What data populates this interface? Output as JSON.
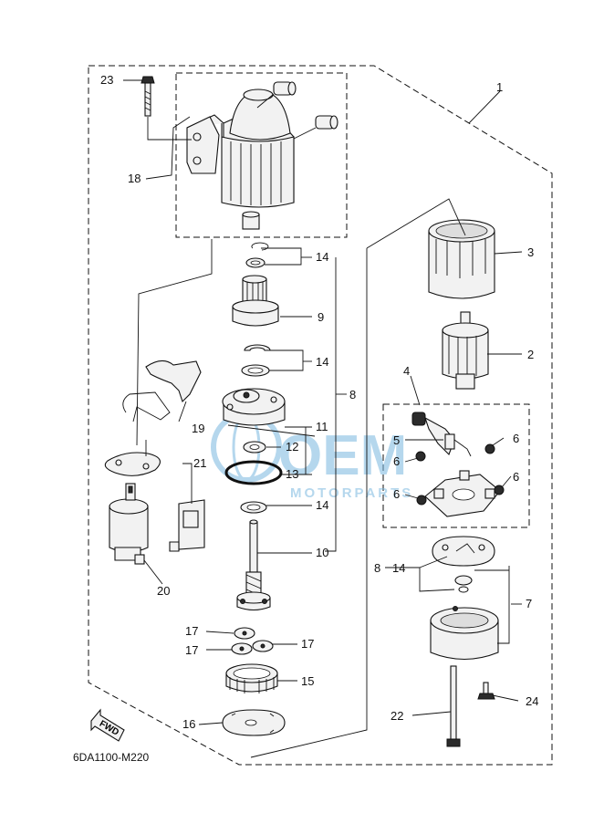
{
  "diagram_code": "6DA1100-M220",
  "fwd_label": "FWD",
  "watermark": {
    "brand": "OEM",
    "sub": "MOTORPARTS",
    "color": "#7ab8e0"
  },
  "callouts": {
    "c1": "1",
    "c2": "2",
    "c3": "3",
    "c4": "4",
    "c5": "5",
    "c6a": "6",
    "c6b": "6",
    "c6c": "6",
    "c6d": "6",
    "c7": "7",
    "c8": "8",
    "c8b": "8",
    "c9": "9",
    "c10": "10",
    "c11": "11",
    "c12": "12",
    "c13": "13",
    "c14a": "14",
    "c14b": "14",
    "c14c": "14",
    "c14d": "14",
    "c15": "15",
    "c16": "16",
    "c17a": "17",
    "c17b": "17",
    "c17c": "17",
    "c18": "18",
    "c19": "19",
    "c20": "20",
    "c21": "21",
    "c22": "22",
    "c23": "23",
    "c24": "24"
  }
}
